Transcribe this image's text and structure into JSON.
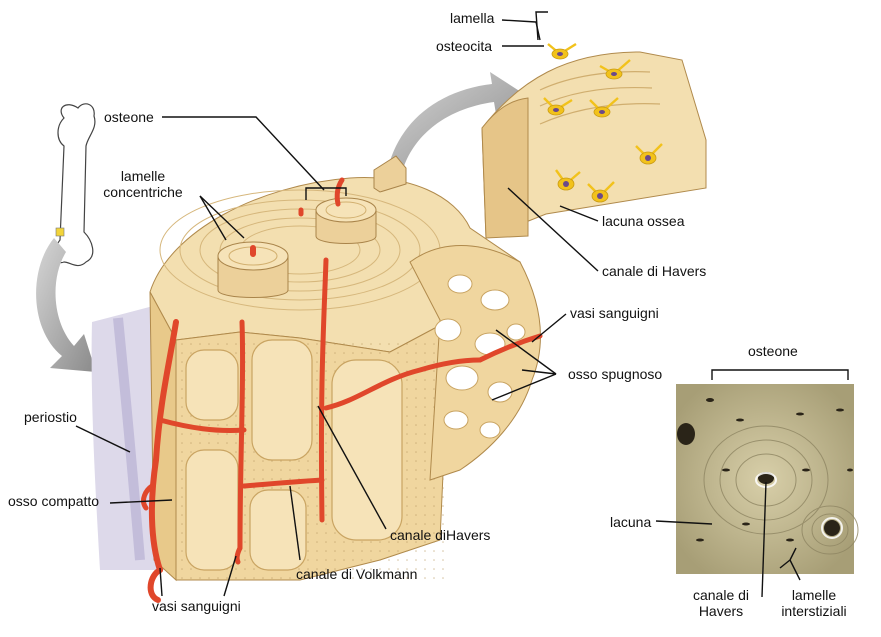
{
  "labels": {
    "lamella": "lamella",
    "osteocita": "osteocita",
    "osteone_top": "osteone",
    "lamelle_concentriche": "lamelle concentriche",
    "lacuna_ossea": "lacuna ossea",
    "canale_havers_top": "canale di Havers",
    "vasi_sanguigni_right": "vasi sanguigni",
    "osso_spugnoso": "osso spugnoso",
    "periostio": "periostio",
    "osso_compatto": "osso compatto",
    "canale_dihavers": "canale diHavers",
    "canale_volkmann": "canale di Volkmann",
    "vasi_sanguigni_bottom": "vasi sanguigni",
    "osteone_micro": "osteone",
    "lacuna": "lacuna",
    "canale_havers_micro": "canale di Havers",
    "lamelle_interstiziali": "lamelle interstiziali"
  },
  "colors": {
    "bone": "#f3dfb0",
    "bone_dark": "#d9bd82",
    "vessel": "#e0472b",
    "osteocyte": "#f2c21b",
    "micrograph": "#b9b08a",
    "periosteum": "#c8c3dc",
    "arrow": "#9a9a9a"
  }
}
